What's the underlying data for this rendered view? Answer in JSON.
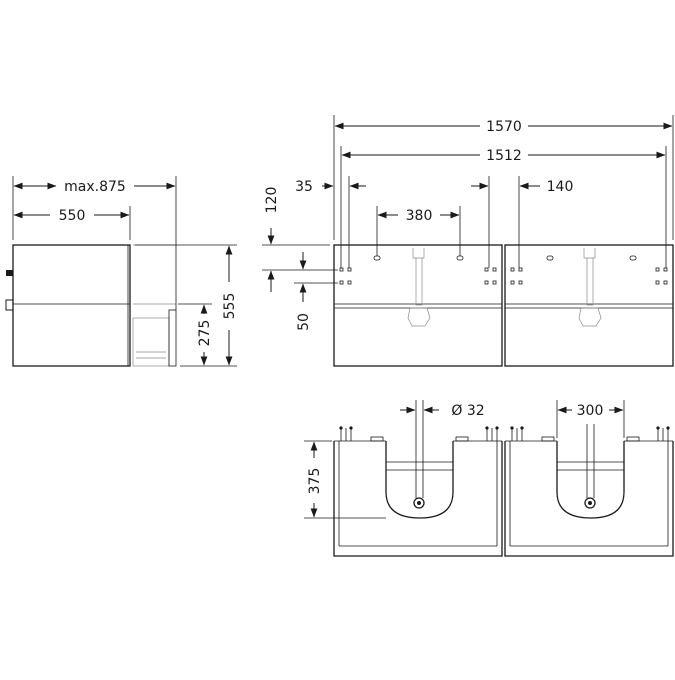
{
  "colors": {
    "line": "#1a1a1a",
    "hairline": "#8a8a8a",
    "background": "#ffffff"
  },
  "side_view": {
    "depth_max": "max.875",
    "depth": "550",
    "height_total": "555",
    "drawer_height": "275"
  },
  "front_view": {
    "width_total": "1570",
    "width_mounting": "1512",
    "edge_offset": "35",
    "hole_spacing": "380",
    "inner_offset": "140",
    "top_offset": "120",
    "rail_offset": "50"
  },
  "plan_view": {
    "waste_diameter": "Ø 32",
    "basin_width": "300",
    "depth": "375"
  }
}
